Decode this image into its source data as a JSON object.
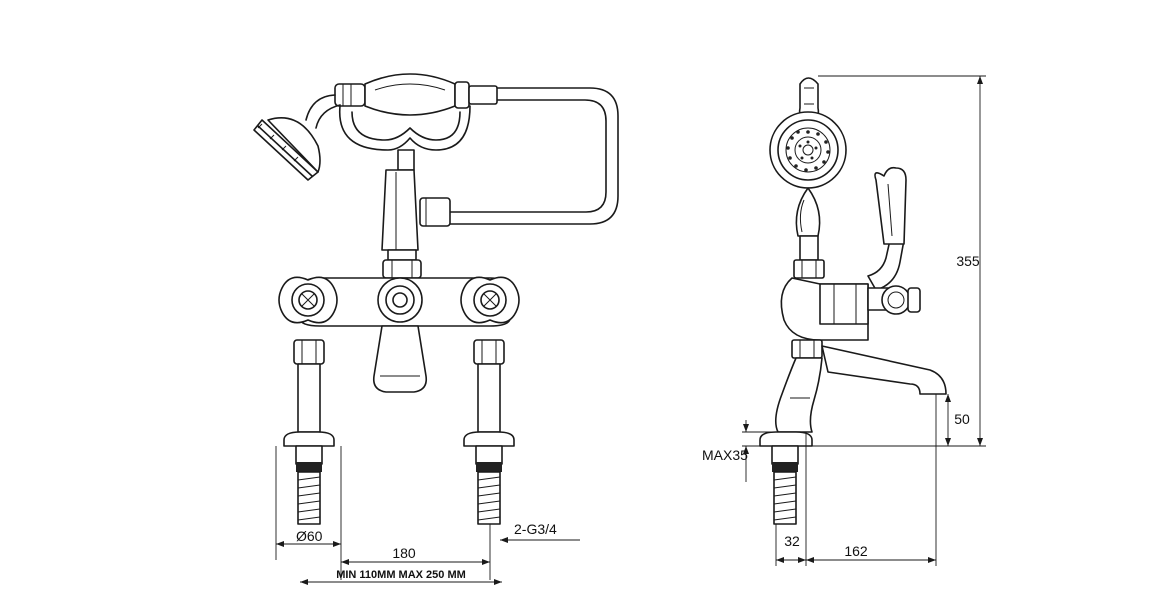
{
  "dimensions": {
    "diameter": "Ø60",
    "centers": "180",
    "range": "MIN 110MM  MAX 250 MM",
    "thread": "2-G3/4",
    "height_total": "355",
    "spout_height": "50",
    "deck_max": "MAX35",
    "pillar_offset": "32",
    "projection": "162"
  },
  "colors": {
    "line": "#1a1a1a",
    "background": "#ffffff"
  }
}
